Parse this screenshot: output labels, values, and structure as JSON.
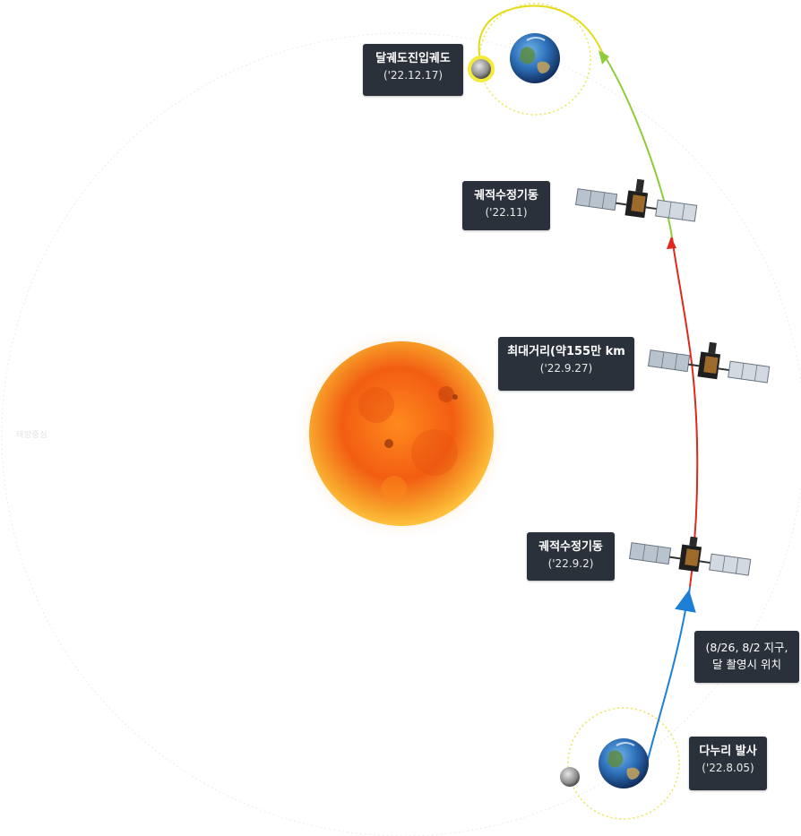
{
  "faint_label": "태양중심",
  "colors": {
    "launch_arc": "#1e7fd6",
    "transfer_arc": "#e0291c",
    "approach_arc": "#8fcc3a",
    "earth_orbit": "#ece654",
    "label_bg": "#2b313b"
  },
  "milestones": [
    {
      "title": "다누리 발사",
      "date": "('22.8.05)"
    },
    {
      "title": "궤적수정기동",
      "date": "('22.9.2)"
    },
    {
      "lines": [
        "(8/26, 8/2 지구,",
        "달 촬영시 위치"
      ]
    },
    {
      "title": "최대거리(약155만 km",
      "date": "('22.9.27)"
    },
    {
      "title": "궤적수정기동",
      "date": "('22.11)"
    },
    {
      "title": "달궤도진입궤도",
      "date": "('22.12.17)"
    }
  ]
}
